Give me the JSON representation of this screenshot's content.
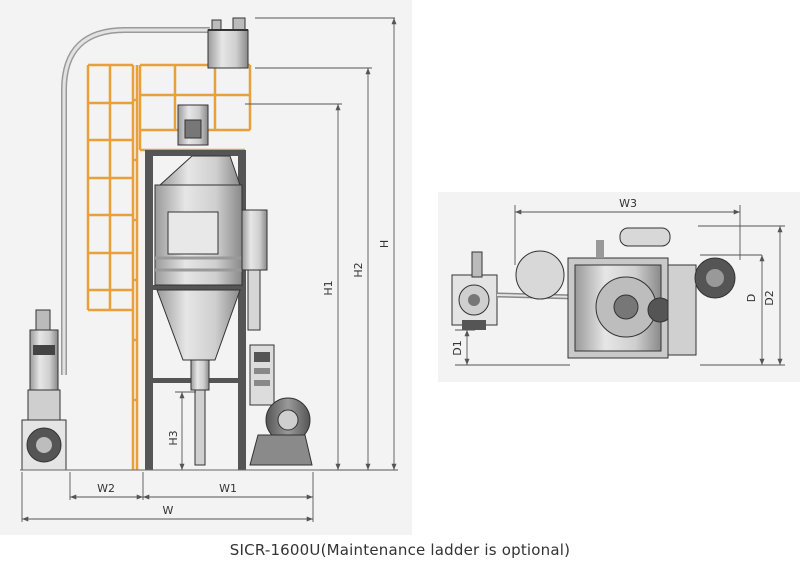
{
  "caption": "SICR-1600U(Maintenance ladder is optional)",
  "colors": {
    "background_panel": "#f3f3f3",
    "ladder": "#e8a13a",
    "steel": "#c9c9c9",
    "steel_dark": "#7a7a7a",
    "outline": "#333333"
  },
  "front_view": {
    "dims": {
      "w": "W",
      "w1": "W1",
      "w2": "W2",
      "h": "H",
      "h1": "H1",
      "h2": "H2",
      "h3": "H3"
    }
  },
  "top_view": {
    "dims": {
      "w3": "W3",
      "d": "D",
      "d1": "D1",
      "d2": "D2"
    }
  }
}
